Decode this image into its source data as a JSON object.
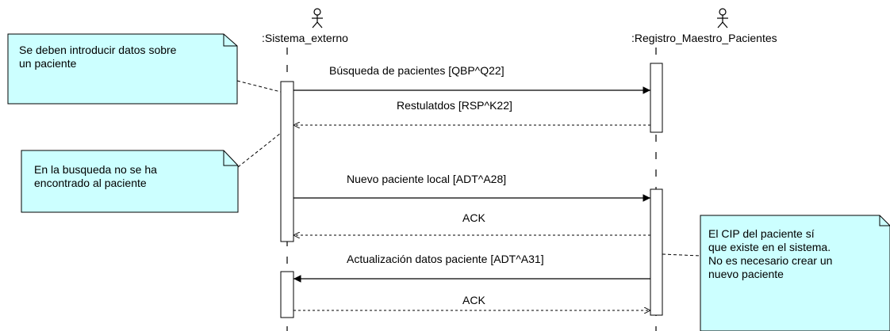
{
  "colors": {
    "note_fill": "#ccffff",
    "line": "#000000",
    "activation_fill": "#ffffff"
  },
  "lifelines": [
    {
      "name": ":Sistema_externo",
      "icon": "actor-icon"
    },
    {
      "name": ":Registro_Maestro_Pacientes",
      "icon": "actor-icon"
    }
  ],
  "messages": [
    {
      "label": "Búsqueda de pacientes [QBP^Q22]",
      "kind": "call"
    },
    {
      "label": "Restulatdos [RSP^K22]",
      "kind": "return"
    },
    {
      "label": "Nuevo paciente local [ADT^A28]",
      "kind": "call"
    },
    {
      "label": "ACK",
      "kind": "return"
    },
    {
      "label": "Actualización datos paciente [ADT^A31]",
      "kind": "call"
    },
    {
      "label": "ACK",
      "kind": "return"
    }
  ],
  "notes": [
    {
      "text": "Se deben introducir datos sobre\nun paciente"
    },
    {
      "text": "En la busqueda no se ha\nencontrado al paciente"
    },
    {
      "text": "El CIP del paciente sí\nque existe en el sistema.\nNo es necesario crear un\nnuevo paciente"
    }
  ]
}
